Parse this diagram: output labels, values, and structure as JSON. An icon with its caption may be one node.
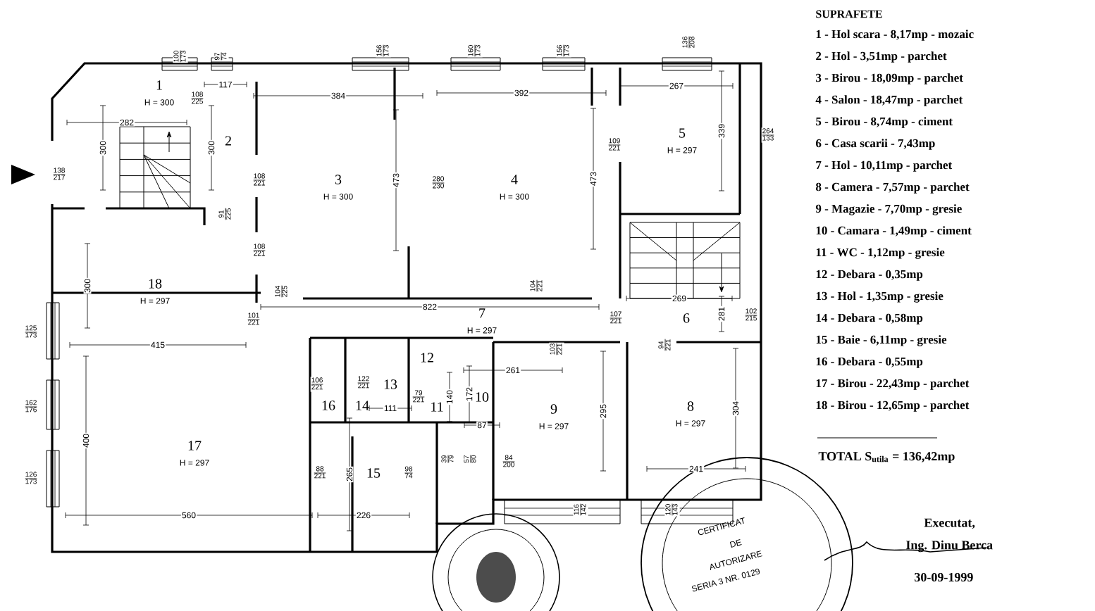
{
  "diagram": {
    "nodes": [
      {
        "text": [
          "1",
          "H = 300"
        ]
      },
      {
        "text": [
          "2"
        ]
      },
      {
        "text": [
          "3",
          "H = 300"
        ]
      },
      {
        "text": [
          "4",
          "H = 300"
        ]
      },
      {
        "text": [
          "5",
          "H = 297"
        ]
      },
      {
        "text": [
          "6"
        ]
      },
      {
        "text": [
          "7",
          "H = 297"
        ]
      },
      {
        "text": [
          "8",
          "H = 297"
        ]
      },
      {
        "text": [
          "9",
          "H = 297"
        ]
      },
      {
        "text": [
          "10"
        ]
      },
      {
        "text": [
          "11"
        ]
      },
      {
        "text": [
          "12"
        ]
      },
      {
        "text": [
          "13"
        ]
      },
      {
        "text": [
          "14"
        ]
      },
      {
        "text": [
          "15"
        ]
      },
      {
        "text": [
          "16"
        ]
      },
      {
        "text": [
          "17",
          "H = 297"
        ]
      },
      {
        "text": [
          "18",
          "H = 297"
        ]
      }
    ],
    "labels": [
      "100",
      "173",
      "97",
      "74",
      "156",
      "173",
      "160",
      "173",
      "156",
      "173",
      "136",
      "208",
      "108",
      "225",
      "138",
      "217",
      "108",
      "221",
      "91",
      "225",
      "108",
      "221",
      "280",
      "230",
      "109",
      "221",
      "264",
      "133",
      "104",
      "225",
      "104",
      "221",
      "101",
      "221",
      "107",
      "221",
      "102",
      "215",
      "125",
      "173",
      "103",
      "221",
      "94",
      "221",
      "106",
      "221",
      "122",
      "221",
      "79",
      "221",
      "162",
      "176",
      "126",
      "173",
      "88",
      "221",
      "98",
      "74",
      "39",
      "79",
      "57",
      "80",
      "84",
      "200",
      "116",
      "142",
      "120",
      "143",
      "117",
      "384",
      "392",
      "267",
      "282",
      "300",
      "300",
      "473",
      "473",
      "339",
      "300",
      "822",
      "269",
      "281",
      "415",
      "261",
      "295",
      "304",
      "140",
      "172",
      "87",
      "111",
      "400",
      "265",
      "241",
      "560",
      "226",
      "SUPRAFETE",
      "1 - Hol scara - 8,17mp - mozaic",
      "2 - Hol - 3,51mp - parchet",
      "3 - Birou - 18,09mp - parchet",
      "4 - Salon - 18,47mp - parchet",
      "5 - Birou - 8,74mp - ciment",
      "6 - Casa scarii - 7,43mp",
      "7 - Hol - 10,11mp - parchet",
      "8 - Camera - 7,57mp - parchet",
      "9 - Magazie - 7,70mp - gresie",
      "10 - Camara - 1,49mp - ciment",
      "11 - WC - 1,12mp - gresie",
      "12 - Debara - 0,35mp",
      "13 - Hol - 1,35mp - gresie",
      "14 - Debara - 0,58mp",
      "15 - Baie - 6,11mp - gresie",
      "16 - Debara - 0,55mp",
      "17 - Birou - 22,43mp - parchet",
      "18 - Birou - 12,65mp - parchet",
      "TOTAL S$_{utila}$ = 136,42mp",
      "Executat,",
      "Ing. Dinu Berca",
      "30-09-1999",
      "CERTIFICAT",
      "DE",
      "AUTORIZARE",
      "SERIA 3 NR. 0129"
    ]
  }
}
